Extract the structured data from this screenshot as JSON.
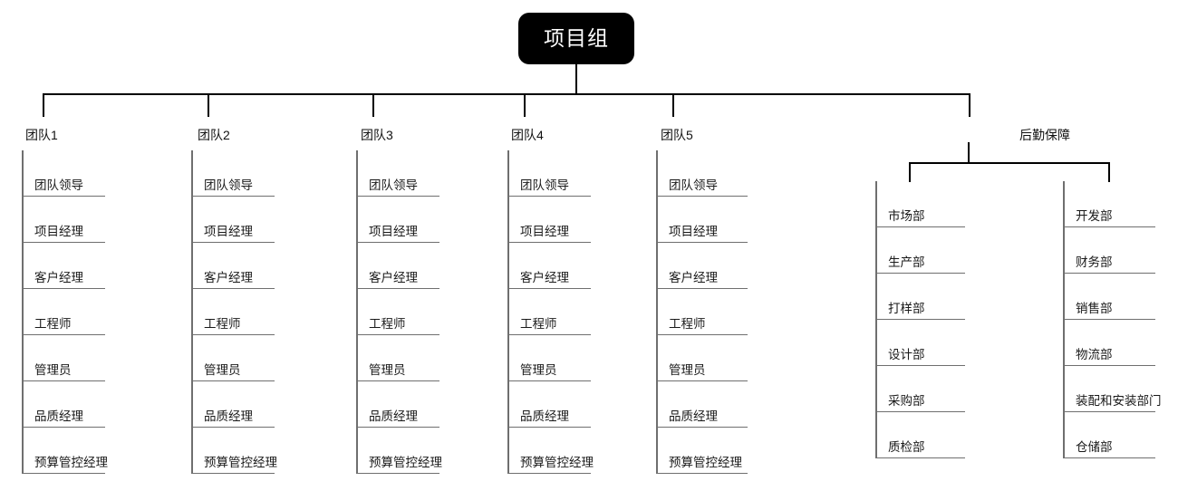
{
  "diagram": {
    "title": "项目组",
    "root": {
      "label": "项目组"
    },
    "teams": [
      {
        "label": "团队1",
        "items": [
          "团队领导",
          "项目经理",
          "客户经理",
          "工程师",
          "管理员",
          "品质经理",
          "预算管控经理"
        ]
      },
      {
        "label": "团队2",
        "items": [
          "团队领导",
          "项目经理",
          "客户经理",
          "工程师",
          "管理员",
          "品质经理",
          "预算管控经理"
        ]
      },
      {
        "label": "团队3",
        "items": [
          "团队领导",
          "项目经理",
          "客户经理",
          "工程师",
          "管理员",
          "品质经理",
          "预算管控经理"
        ]
      },
      {
        "label": "团队4",
        "items": [
          "团队领导",
          "项目经理",
          "客户经理",
          "工程师",
          "管理员",
          "品质经理",
          "预算管控经理"
        ]
      },
      {
        "label": "团队5",
        "items": [
          "团队领导",
          "项目经理",
          "客户经理",
          "工程师",
          "管理员",
          "品质经理",
          "预算管控经理"
        ]
      }
    ],
    "support": {
      "label": "后勤保障",
      "columns": [
        {
          "items": [
            "市场部",
            "生产部",
            "打样部",
            "设计部",
            "采购部",
            "质检部"
          ]
        },
        {
          "items": [
            "开发部",
            "财务部",
            "销售部",
            "物流部",
            "装配和安装部门",
            "仓储部"
          ]
        }
      ]
    },
    "colors": {
      "root_fill": "#000000",
      "root_text": "#ffffff",
      "connector": "#000000",
      "rule": "#6f6f6f",
      "text": "#1a1a1a",
      "background": "#ffffff"
    }
  }
}
